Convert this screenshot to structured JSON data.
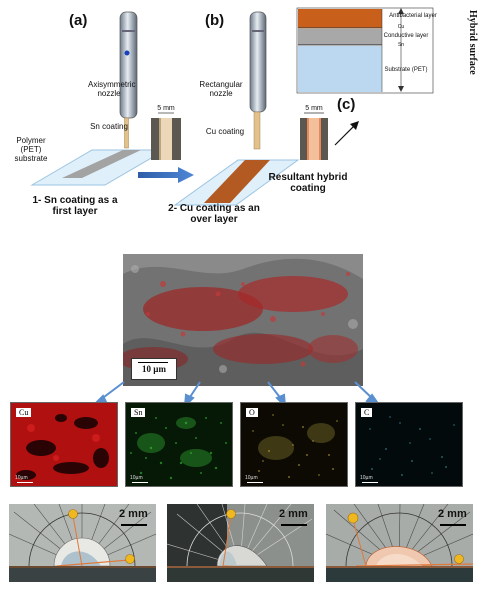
{
  "schematic": {
    "panel_a": "(a)",
    "panel_b": "(b)",
    "panel_c": "(c)",
    "nozzle_a": "Axisymmetric nozzle",
    "nozzle_b": "Rectangular nozzle",
    "sn_coating": "Sn coating",
    "cu_coating": "Cu coating",
    "substrate_label": "Polymer (PET) substrate",
    "width_a": "5 mm",
    "width_b": "5 mm",
    "step1": "1- Sn coating as a first layer",
    "step2": "2- Cu coating as an over layer",
    "result": "Resultant hybrid coating"
  },
  "layers": {
    "antibacterial": "Antibacterial layer",
    "cu": "Cu",
    "conductive": "Conductive layer",
    "sn": "Sn",
    "substrate": "Substrate (PET)",
    "side_label": "Hybrid surface",
    "colors": {
      "cu": "#c8601c",
      "conductive": "#b0b0b0",
      "substrate": "#bcd8f0"
    }
  },
  "sem": {
    "scale": "10 µm"
  },
  "eds_maps": [
    {
      "element": "Cu",
      "scale": "10µm",
      "color": "#d01818"
    },
    {
      "element": "Sn",
      "scale": "10µm",
      "color": "#30b030"
    },
    {
      "element": "O",
      "scale": "10µm",
      "color": "#b8a030"
    },
    {
      "element": "C",
      "scale": "10µm",
      "color": "#50a0b0"
    }
  ],
  "contact_photos": [
    {
      "scale": "2 mm"
    },
    {
      "scale": "2 mm"
    },
    {
      "scale": "2 mm"
    }
  ]
}
